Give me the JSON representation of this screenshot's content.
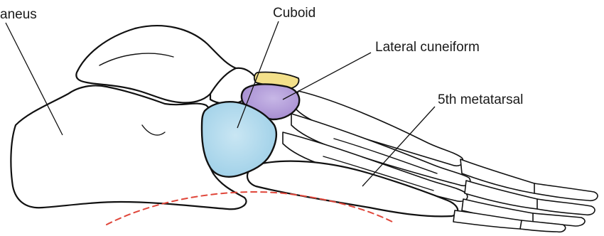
{
  "labels": {
    "calcaneus": "aneus",
    "cuboid": "Cuboid",
    "lateral_cuneiform": "Lateral cuneiform",
    "fifth_metatarsal": "5th metatarsal"
  },
  "colors": {
    "cuboid_fill": "#9fd0e8",
    "cuboid_fill_light": "#c9e6f3",
    "lateral_cuneiform_fill": "#a48ad0",
    "lateral_cuneiform_fill_light": "#c7b7e6",
    "intermediate_cuneiform_fill": "#f3e08a",
    "arch_line": "#e0463a",
    "outline": "#111111"
  }
}
